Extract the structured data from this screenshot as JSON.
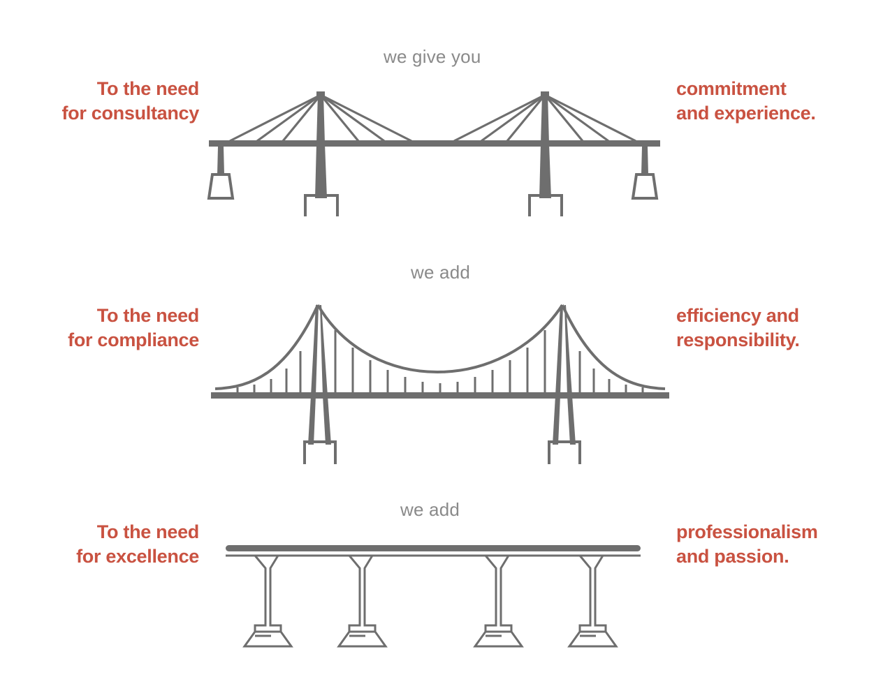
{
  "page": {
    "background_color": "#ffffff",
    "accent_color": "#C95241",
    "line_color": "#6e6e6e",
    "connector_color": "#8a8a8a"
  },
  "rows": [
    {
      "id": "consultancy",
      "connector": "we give you",
      "left_text": "To the need\nfor consultancy",
      "right_text": "commitment\nand experience.",
      "bridge_type": "cable-stayed-bridge",
      "bridge_name": "cable-stayed-bridge-illustration"
    },
    {
      "id": "compliance",
      "connector": "we add",
      "left_text": "To the need\nfor compliance",
      "right_text": "efficiency and\nresponsibility.",
      "bridge_type": "suspension-bridge",
      "bridge_name": "suspension-bridge-illustration"
    },
    {
      "id": "excellence",
      "connector": "we add",
      "left_text": "To the need\nfor excellence",
      "right_text": "professionalism\nand passion.",
      "bridge_type": "beam-bridge",
      "bridge_name": "beam-bridge-illustration"
    }
  ]
}
